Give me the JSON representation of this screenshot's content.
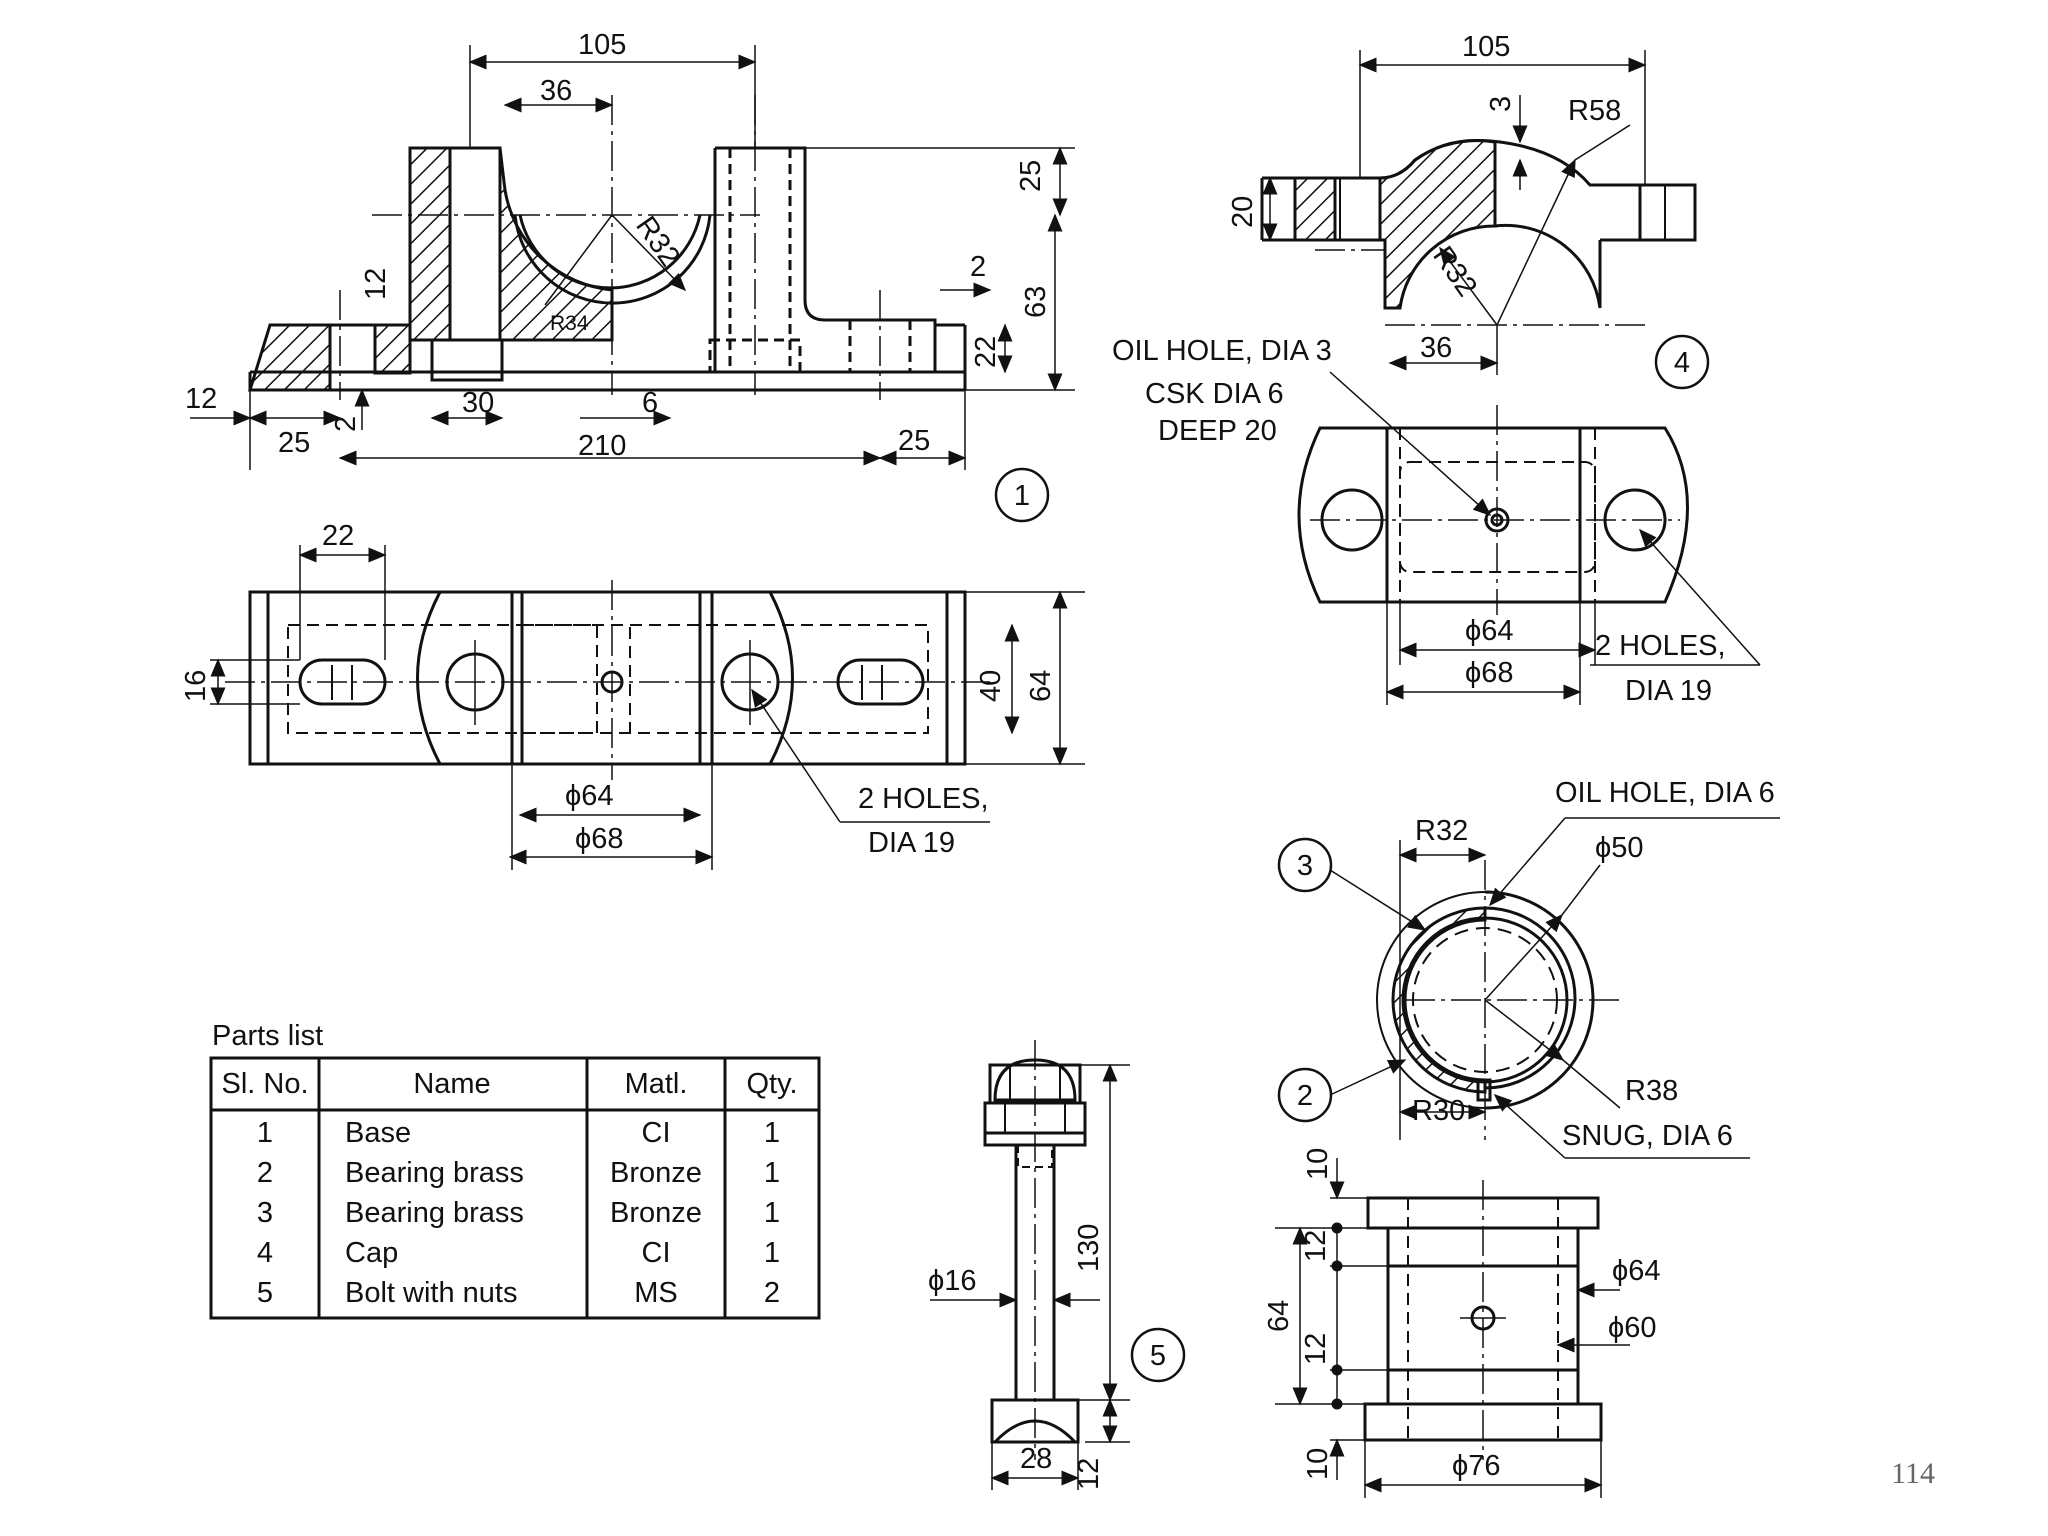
{
  "view1": {
    "dims": [
      "105",
      "36",
      "25",
      "63",
      "R32",
      "R34",
      "12",
      "2",
      "22",
      "12",
      "2",
      "30",
      "6",
      "25",
      "210",
      "25"
    ],
    "balloon": "1"
  },
  "view_top": {
    "dims": [
      "22",
      "16",
      "40",
      "64",
      "ϕ64",
      "ϕ68"
    ],
    "note": [
      "2 HOLES,",
      "DIA 19"
    ]
  },
  "view4": {
    "dims": [
      "105",
      "3",
      "R58",
      "20",
      "R32",
      "36"
    ],
    "balloon": "4"
  },
  "cap_plan": {
    "note": [
      "OIL HOLE, DIA 3",
      "CSK DIA 6",
      "DEEP 20"
    ],
    "dims": [
      "ϕ64",
      "ϕ68"
    ],
    "holes_note": [
      "2 HOLES,",
      "DIA 19"
    ]
  },
  "brass_view": {
    "oil_hole": "OIL HOLE, DIA 6",
    "dims": [
      "R32",
      "ϕ50",
      "R38",
      "R30"
    ],
    "snug": "SNUG, DIA 6",
    "balloons": [
      "3",
      "2"
    ]
  },
  "brass_side": {
    "dims": [
      "10",
      "64",
      "12",
      "12",
      "10",
      "ϕ64",
      "ϕ60",
      "ϕ76"
    ]
  },
  "bolt": {
    "dims": [
      "130",
      "ϕ16",
      "28",
      "12"
    ],
    "balloon": "5"
  },
  "parts_list": {
    "title": "Parts list",
    "headers": [
      "Sl. No.",
      "Name",
      "Matl.",
      "Qty."
    ],
    "rows": [
      [
        "1",
        "Base",
        "CI",
        "1"
      ],
      [
        "2",
        "Bearing brass",
        "Bronze",
        "1"
      ],
      [
        "3",
        "Bearing brass",
        "Bronze",
        "1"
      ],
      [
        "4",
        "Cap",
        "CI",
        "1"
      ],
      [
        "5",
        "Bolt with nuts",
        "MS",
        "2"
      ]
    ]
  },
  "page_number": "114"
}
